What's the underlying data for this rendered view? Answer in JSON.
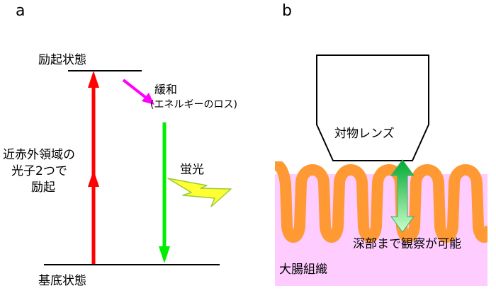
{
  "panel_a": {
    "label": "a",
    "excited_state": "励起状態",
    "ground_state": "基底状態",
    "excitation_lines": [
      "近赤外領域の",
      "光子2つで",
      "励起"
    ],
    "relaxation": "緩和",
    "relaxation_note": "(エネルギーのロス)",
    "fluorescence": "蛍光",
    "colors": {
      "excitation": "#ff0000",
      "relaxation": "#ff00ff",
      "emission": "#00ee00",
      "bolt": "#ffff33",
      "bolt_outline": "#99cc33"
    }
  },
  "panel_b": {
    "label": "b",
    "objective_lens": "対物レンズ",
    "deep_observation": "深部まで観察が可能",
    "tissue": "大腸組織",
    "colors": {
      "tissue": "#ffccff",
      "villi": "#ff9933",
      "arrow_top": "#00aa33",
      "arrow_bottom": "#ccffcc"
    }
  }
}
